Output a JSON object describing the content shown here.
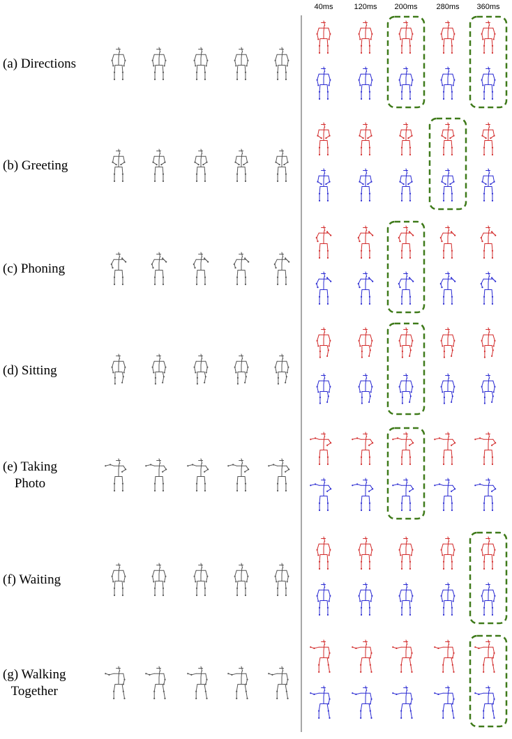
{
  "figure": {
    "time_labels": [
      "40ms",
      "120ms",
      "200ms",
      "280ms",
      "360ms"
    ],
    "rows": [
      {
        "label": "(a) Directions",
        "highlight": [
          2,
          4
        ],
        "pose": "directions"
      },
      {
        "label": "(b) Greeting",
        "highlight": [
          3
        ],
        "pose": "greeting"
      },
      {
        "label": "(c) Phoning",
        "highlight": [
          2
        ],
        "pose": "phoning"
      },
      {
        "label": "(d) Sitting",
        "highlight": [
          2
        ],
        "pose": "sitting"
      },
      {
        "label": "(e) Taking\nPhoto",
        "highlight": [
          2
        ],
        "pose": "photo"
      },
      {
        "label": "(f) Waiting",
        "highlight": [
          4
        ],
        "pose": "waiting"
      },
      {
        "label": "(g) Walking\nTogether",
        "highlight": [
          4
        ],
        "pose": "walking"
      }
    ],
    "colors": {
      "input": "#555555",
      "ground_truth": "#d22a2a",
      "prediction": "#2a2ad2",
      "highlight": "#3f7a1a",
      "divider": "#888888"
    }
  }
}
